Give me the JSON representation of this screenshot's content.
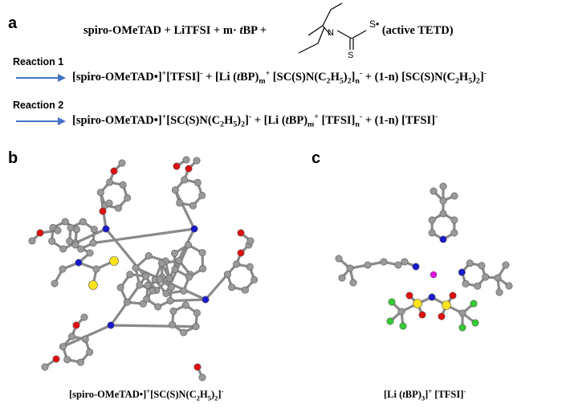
{
  "panels": {
    "a": "a",
    "b": "b",
    "c": "c"
  },
  "top_equation": {
    "part1": "spiro-OMeTAD + LiTFSI + m·",
    "tbp_italic": "t",
    "tbp_rest": "BP +",
    "radical_label": "S•",
    "active": "(active TETD)",
    "atom_N": "N",
    "atom_S": "S"
  },
  "reaction1": {
    "label": "Reaction 1",
    "t1": "[spiro-OMeTAD•]",
    "s1": "+",
    "t2": "[TFSI]",
    "s2": "-",
    "t3": " + [Li (",
    "i3": "t",
    "t4": "BP)",
    "b4": "m",
    "s4": "+",
    "t5": " [SC(S)N(C",
    "b5": "2",
    "t6": "H",
    "b6": "5",
    "t7": ")",
    "b7": "2",
    "t8": "]",
    "b8": "n",
    "s8": "-",
    "t9": " + (1-n) [SC(S)N(C",
    "b9": "2",
    "t10": "H",
    "b10": "5",
    "t11": ")",
    "b11": "2",
    "t12": "]",
    "s12": "-"
  },
  "reaction2": {
    "label": "Reaction 2",
    "t1": "[spiro-OMeTAD•]",
    "s1": "+",
    "t2": "[SC(S)N(C",
    "b2": "2",
    "t3": "H",
    "b3": "5",
    "t4": ")",
    "b4": "2",
    "t5": "]",
    "s5": "-",
    "t6": " + [Li (",
    "i6": "t",
    "t7": "BP)",
    "b7": "m",
    "s7": "+",
    "t8": " [TFSI]",
    "b8": "n",
    "s8": "-",
    "t9": " + (1-n) [TFSI]",
    "s9": "-"
  },
  "caption_b": {
    "t1": "[spiro-OMeTAD•]",
    "s1": "+",
    "t2": "[SC(S)N(C",
    "b2": "2",
    "t3": "H",
    "b3": "5",
    "t4": ")",
    "b4": "2",
    "t5": "]",
    "s5": "-"
  },
  "caption_c": {
    "t1": "[Li (",
    "i1": "t",
    "t2": "BP)",
    "b2": "3",
    "t3": "]",
    "s3": "+",
    "t4": " [TFSI]",
    "s4": "-"
  },
  "colors": {
    "arrow": "#4472c4",
    "carbon": "#9a9a9a",
    "oxygen": "#e01010",
    "nitrogen": "#1a1acc",
    "sulfur": "#ffe31a",
    "fluorine": "#33cc33",
    "lithium": "#e010e0"
  }
}
